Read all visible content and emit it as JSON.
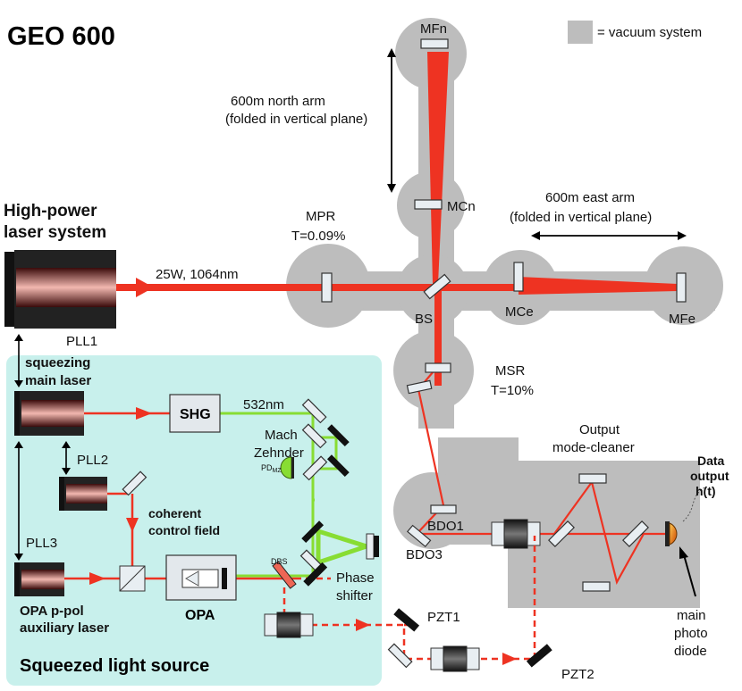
{
  "title": "GEO 600",
  "legend": {
    "label": "= vacuum system",
    "color": "#bdbdbd"
  },
  "colors": {
    "main_beam": "#ee3322",
    "green_beam": "#88dd33",
    "squeezer_bg": "#c8f0ec",
    "vacuum": "#bdbdbd"
  },
  "labels": {
    "north_arm_1": "600m north arm",
    "north_arm_2": "(folded in vertical plane)",
    "east_arm_1": "600m east arm",
    "east_arm_2": "(folded in vertical plane)",
    "hp_laser_1": "High-power",
    "hp_laser_2": "laser system",
    "beam_power": "25W, 1064nm",
    "mpr": "MPR",
    "mpr_t": "T=0.09%",
    "msr": "MSR",
    "msr_t": "T=10%",
    "output_mc_1": "Output",
    "output_mc_2": "mode-cleaner",
    "data_out_1": "Data",
    "data_out_2": "output",
    "data_out_3": "h(t)",
    "main_pd_1": "main",
    "main_pd_2": "photo",
    "main_pd_3": "diode",
    "pll1": "PLL1",
    "pll2": "PLL2",
    "pll3": "PLL3",
    "squeezing_laser_1": "squeezing",
    "squeezing_laser_2": "main laser",
    "shg": "SHG",
    "wl_532": "532nm",
    "mach_1": "Mach",
    "mach_2": "Zehnder",
    "pdmz": "PD",
    "pdmz_sub": "MZ",
    "ccf_1": "coherent",
    "ccf_2": "control field",
    "opa": "OPA",
    "opa_laser_1": "OPA p-pol",
    "opa_laser_2": "auxiliary laser",
    "dbs": "DBS",
    "phase_1": "Phase",
    "phase_2": "shifter",
    "pzt1": "PZT1",
    "pzt2": "PZT2",
    "squeezer_title": "Squeezed light source"
  },
  "mirrors": {
    "mfn": "MFn",
    "mcn": "MCn",
    "mce": "MCe",
    "mfe": "MFe",
    "bs": "BS",
    "bdo1": "BDO1",
    "bdo3": "BDO3"
  }
}
